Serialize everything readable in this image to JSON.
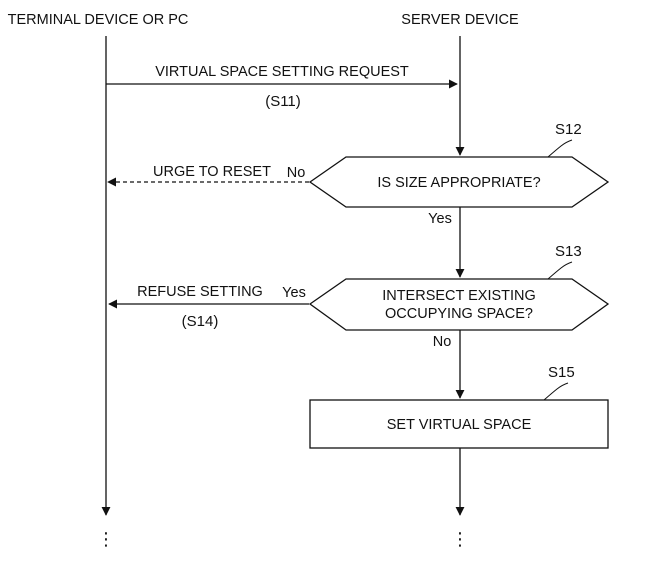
{
  "lanes": {
    "terminal": "TERMINAL DEVICE OR PC",
    "server": "SERVER DEVICE"
  },
  "messages": {
    "request": "VIRTUAL SPACE SETTING REQUEST",
    "request_step": "(S11)",
    "urge": "URGE TO RESET",
    "refuse": "REFUSE SETTING",
    "refuse_step": "(S14)"
  },
  "nodes": {
    "s12": {
      "step": "S12",
      "text": "IS SIZE APPROPRIATE?"
    },
    "s13": {
      "step": "S13",
      "line1": "INTERSECT EXISTING",
      "line2": "OCCUPYING SPACE?"
    },
    "s15": {
      "step": "S15",
      "text": "SET VIRTUAL SPACE"
    }
  },
  "branches": {
    "s12_no": "No",
    "s12_yes": "Yes",
    "s13_yes": "Yes",
    "s13_no": "No"
  },
  "continuation": "⋮"
}
